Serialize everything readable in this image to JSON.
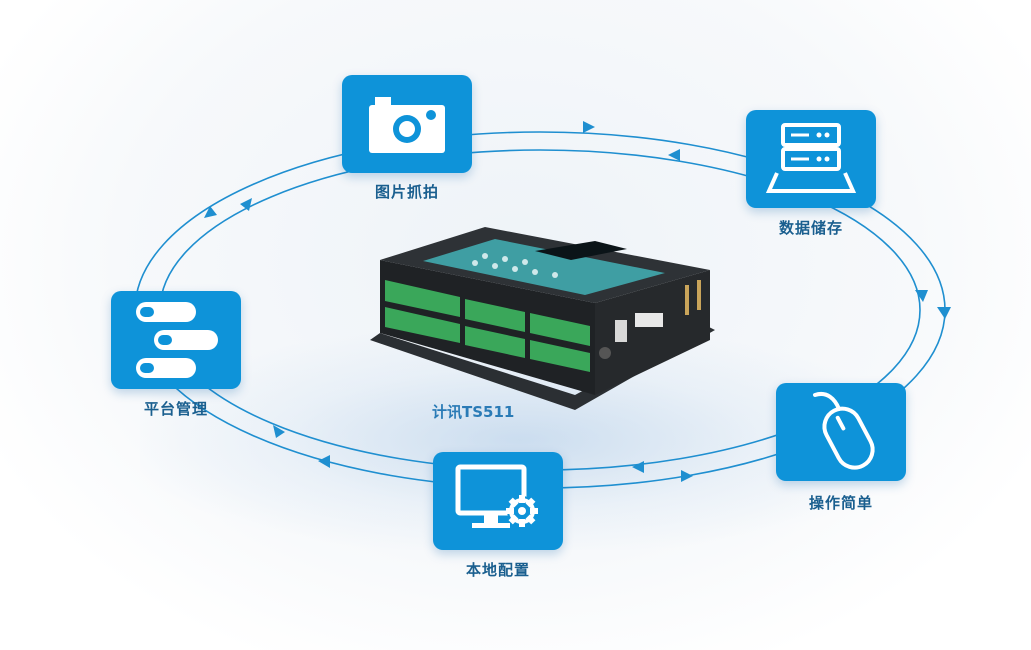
{
  "device": {
    "label": "计讯TS511"
  },
  "features": {
    "capture": "图片抓拍",
    "storage": "数据储存",
    "platform": "平台管理",
    "operation": "操作简单",
    "local_config": "本地配置"
  },
  "colors": {
    "accent": "#0e93d9",
    "orbit": "#1f8fd0",
    "label": "#1a5f8f"
  },
  "icons": [
    "camera-icon",
    "server-icon",
    "list-icon",
    "mouse-icon",
    "monitor-gear-icon"
  ]
}
